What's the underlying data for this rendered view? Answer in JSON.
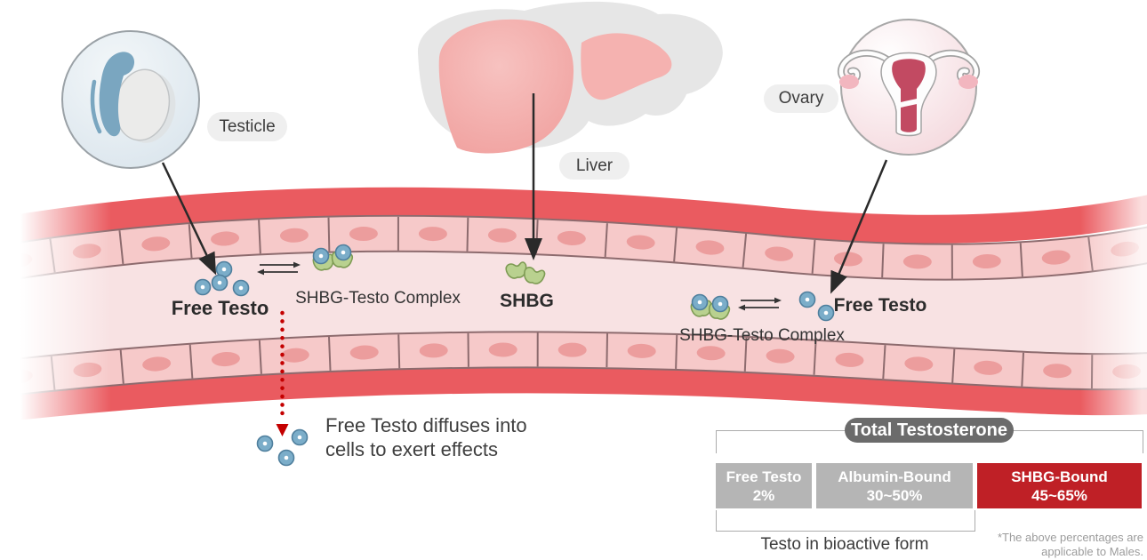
{
  "organs": {
    "testicle": {
      "label": "Testicle"
    },
    "liver": {
      "label": "Liver"
    },
    "ovary": {
      "label": "Ovary"
    }
  },
  "vessel": {
    "free_testo_left": "Free Testo",
    "shbg_testo_complex_left": "SHBG-Testo Complex",
    "shbg": "SHBG",
    "shbg_testo_complex_right": "SHBG-Testo Complex",
    "free_testo_right": "Free Testo"
  },
  "diffusion": {
    "line1": "Free Testo diffuses into",
    "line2": "cells to exert effects"
  },
  "panel": {
    "title": "Total Testosterone",
    "segments": [
      {
        "label": "Free Testo",
        "value": "2%",
        "color": "#b5b5b5"
      },
      {
        "label": "Albumin-Bound",
        "value": "30~50%",
        "color": "#b5b5b5"
      },
      {
        "label": "SHBG-Bound",
        "value": "45~65%",
        "color": "#bf2026"
      }
    ],
    "bracket_label": "Testo in bioactive form",
    "footnote": {
      "line1": "*The above percentages are",
      "line2": "applicable to Males."
    }
  },
  "colors": {
    "vessel_wall_red": "#ea5b60",
    "cell_pink": "#f6c9c9",
    "cell_nucleus": "#ec9d9d",
    "plasma_pink": "#f8e2e3",
    "shbg_green": "#b9d18f",
    "testo_blue": "#7badc9",
    "bar_gray": "#b5b5b5",
    "bar_red": "#bf2026",
    "diffusion_arrow_red": "#c40000",
    "label_pill_bg": "#efefef"
  }
}
